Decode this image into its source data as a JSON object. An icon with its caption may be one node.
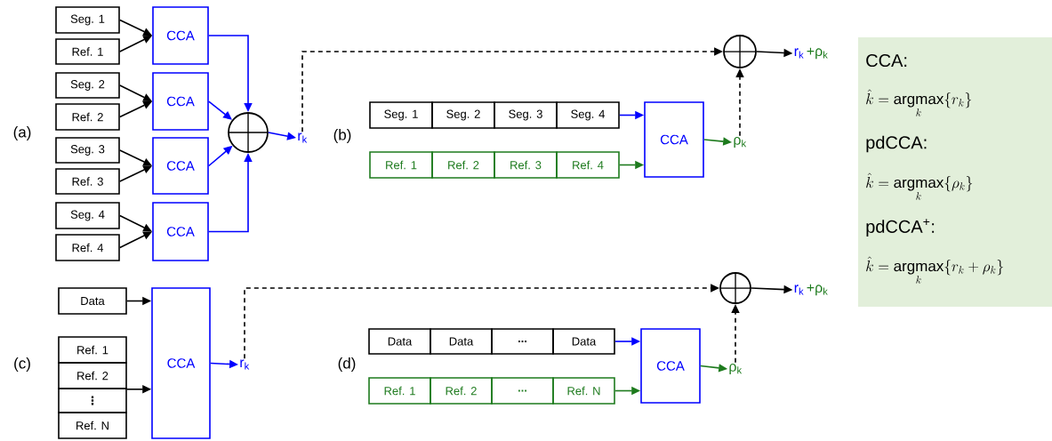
{
  "diagram": {
    "nodes": [
      {
        "text": [
          "Seg. 1"
        ]
      },
      {
        "text": [
          "Ref. 1"
        ]
      },
      {
        "text": [
          "CCA"
        ]
      },
      {
        "text": [
          "Seg. 2"
        ]
      },
      {
        "text": [
          "Ref. 2"
        ]
      },
      {
        "text": [
          "CCA"
        ]
      },
      {
        "text": [
          "Seg. 3"
        ]
      },
      {
        "text": [
          "Ref. 3"
        ]
      },
      {
        "text": [
          "CCA"
        ]
      },
      {
        "text": [
          "Seg. 4"
        ]
      },
      {
        "text": [
          "Ref. 4"
        ]
      },
      {
        "text": [
          "CCA"
        ]
      },
      {
        "text": [],
        "shape": "circle"
      },
      {
        "text": [
          "r$_{k}$"
        ]
      },
      {
        "text": [],
        "shape": "circle"
      },
      {
        "text": [
          "r$_{k}$",
          "+ρ$_{k}$"
        ]
      },
      {
        "text": [
          "Seg. 1"
        ]
      },
      {
        "text": [
          "Seg. 2"
        ]
      },
      {
        "text": [
          "Seg. 3"
        ]
      },
      {
        "text": [
          "Seg. 4"
        ]
      },
      {
        "text": [
          "Ref. 1"
        ]
      },
      {
        "text": [
          "Ref. 2"
        ]
      },
      {
        "text": [
          "Ref. 3"
        ]
      },
      {
        "text": [
          "Ref. 4"
        ]
      },
      {
        "text": [
          "CCA"
        ]
      },
      {
        "text": [
          "ρ$_{k}$"
        ]
      },
      {
        "text": [
          "CCA:",
          "\\hat{k} = \\mathop{\\mathrm{argmax}}\\limits_{k}\\{r_{k}\\}",
          "pdCCA:",
          "\\hat{k} = \\mathop{\\mathrm{argmax}}\\limits_{k}\\{\\rho_{k}\\}",
          "pdCCA$^{+}$:",
          "\\hat{k} = \\mathop{\\mathrm{argmax}}\\limits_{k}\\{r_{k}+\\rho_{k}\\}"
        ]
      },
      {
        "text": [
          "Data"
        ]
      },
      {
        "text": [
          "CCA"
        ]
      },
      {
        "text": [
          "r$_{k}$"
        ]
      },
      {
        "text": [],
        "shape": "circle"
      },
      {
        "text": [
          "r$_{k}$",
          "+ρ$_{k}$"
        ]
      },
      {
        "text": [
          "Ref. 1"
        ]
      },
      {
        "text": [
          "Ref. 2"
        ]
      },
      {
        "text": [
          "⋮"
        ]
      },
      {
        "text": [
          "Ref. N"
        ]
      },
      {
        "text": [
          "Data"
        ]
      },
      {
        "text": [
          "Data"
        ]
      },
      {
        "text": [
          "..."
        ]
      },
      {
        "text": [
          "Data"
        ]
      },
      {
        "text": [
          "Ref. 1"
        ]
      },
      {
        "text": [
          "Ref. 2"
        ]
      },
      {
        "text": [
          "..."
        ]
      },
      {
        "text": [
          "Ref. N"
        ]
      },
      {
        "text": [
          "CCA"
        ]
      },
      {
        "text": [
          "ρ$_{k}$"
        ]
      }
    ],
    "edges": [
      {
        "from": 0,
        "to": 2,
        "arrow": "to"
      },
      {
        "from": 1,
        "to": 2,
        "arrow": "to"
      },
      {
        "from": 3,
        "to": 5,
        "arrow": "to"
      },
      {
        "from": 4,
        "to": 5,
        "arrow": "to"
      },
      {
        "from": 6,
        "to": 8,
        "arrow": "to"
      },
      {
        "from": 7,
        "to": 8,
        "arrow": "to"
      },
      {
        "from": 9,
        "to": 11,
        "arrow": "to"
      },
      {
        "from": 10,
        "to": 11,
        "arrow": "to"
      },
      {
        "from": 2,
        "to": 12,
        "arrow": "to",
        "color": "#0000ff"
      },
      {
        "from": 5,
        "to": 12,
        "arrow": "to",
        "color": "#0000ff"
      },
      {
        "from": 8,
        "to": 12,
        "arrow": "to",
        "color": "#0000ff"
      },
      {
        "from": 11,
        "to": 12,
        "arrow": "to",
        "color": "#0000ff"
      },
      {
        "from": 12,
        "to": 13,
        "arrow": "to",
        "color": "#0000ff"
      },
      {
        "from": 13,
        "to": 14,
        "arrow": "to",
        "style": "dashed"
      },
      {
        "from": 14,
        "to": 15,
        "arrow": "to"
      },
      {
        "from": 19,
        "to": 24,
        "arrow": "to",
        "color": "#0000ff"
      },
      {
        "from": 23,
        "to": 24,
        "arrow": "to",
        "color": "#1e7b1e"
      },
      {
        "from": 24,
        "to": 25,
        "arrow": "to",
        "color": "#1e7b1e"
      },
      {
        "from": 25,
        "to": 14,
        "arrow": "to",
        "style": "dashed"
      },
      {
        "from": 27,
        "to": 28,
        "arrow": "to"
      },
      {
        "from": 33,
        "to": 28,
        "arrow": "to"
      },
      {
        "from": 28,
        "to": 29,
        "arrow": "to",
        "color": "#0000ff"
      },
      {
        "from": 29,
        "to": 30,
        "arrow": "to",
        "style": "dashed"
      },
      {
        "from": 30,
        "to": 31,
        "arrow": "to"
      },
      {
        "from": 39,
        "to": 44,
        "arrow": "to",
        "color": "#0000ff"
      },
      {
        "from": 43,
        "to": 44,
        "arrow": "to",
        "color": "#1e7b1e"
      },
      {
        "from": 44,
        "to": 45,
        "arrow": "to",
        "color": "#1e7b1e"
      },
      {
        "from": 45,
        "to": 30,
        "arrow": "to",
        "style": "dashed"
      }
    ],
    "labels": [
      "(a)",
      "(b)",
      "(c)",
      "(d)"
    ]
  }
}
